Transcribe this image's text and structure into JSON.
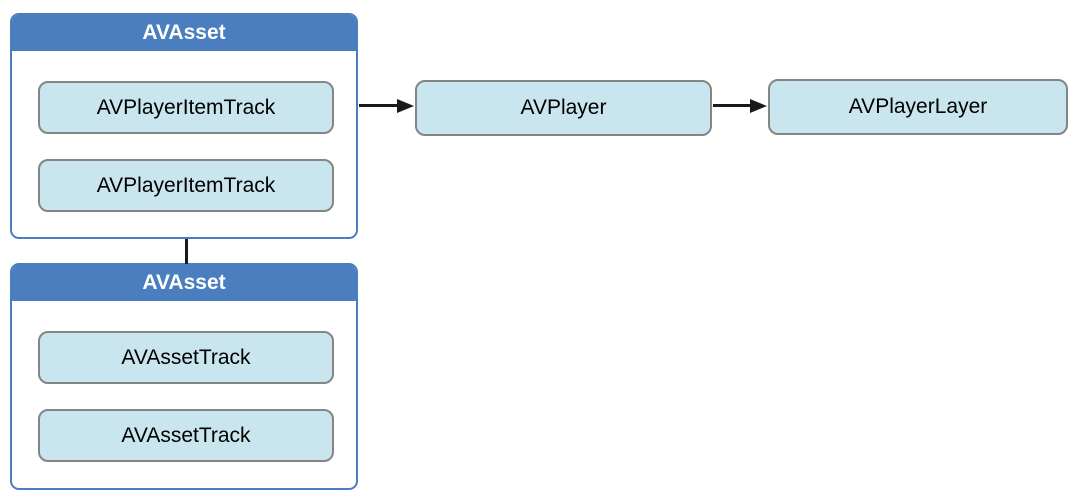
{
  "diagram": {
    "containers": [
      {
        "title": "AVAsset",
        "items": [
          "AVPlayerItemTrack",
          "AVPlayerItemTrack"
        ]
      },
      {
        "title": "AVAsset",
        "items": [
          "AVAssetTrack",
          "AVAssetTrack"
        ]
      }
    ],
    "nodes": [
      {
        "label": "AVPlayer"
      },
      {
        "label": "AVPlayerLayer"
      }
    ],
    "connectors": [
      {
        "type": "arrow",
        "from": "avasset-top-container",
        "to": "avplayer-node"
      },
      {
        "type": "arrow",
        "from": "avplayer-node",
        "to": "avplayerlayer-node"
      },
      {
        "type": "line",
        "from": "avasset-top-container",
        "to": "avasset-bottom-container"
      }
    ],
    "colors": {
      "container_header": "#4a7ebe",
      "container_border": "#4a7ebe",
      "container_body": "#ffffff",
      "header_text": "#ffffff",
      "node_fill": "#c9e5ee",
      "node_border": "#858585",
      "node_text": "#000000",
      "connector": "#1a1a1a",
      "background": "#ffffff"
    }
  }
}
